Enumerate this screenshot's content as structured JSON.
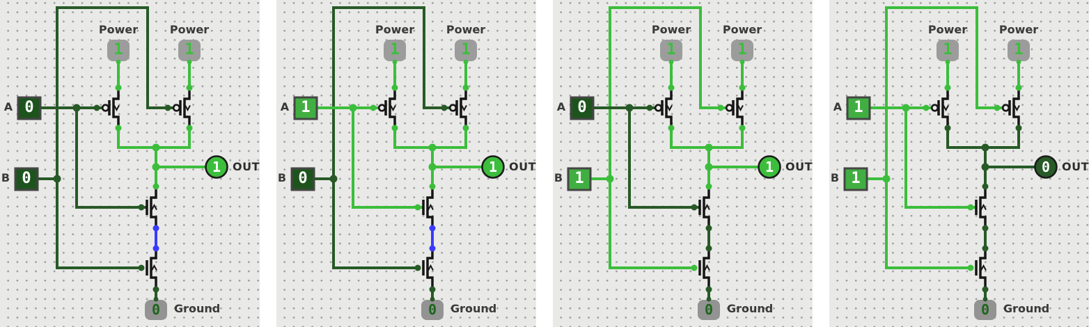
{
  "colors": {
    "high": "#3cbe3c",
    "low": "#275a27",
    "floating": "#3a3aff",
    "input_high": "#41ae41",
    "input_low": "#1d541d",
    "component_gray": "#9c9c9c",
    "component_gray2": "#939393",
    "box_border": "#454545",
    "transistor_black": "#161616",
    "out_ring": "#1b1b1b",
    "label_text": "#3a3a3a",
    "ground_digit": "#1e651e",
    "bg": "#e9e9e7",
    "grid_dot": "#9b9b9b"
  },
  "labels": {
    "input_a": "A",
    "input_b": "B",
    "out": "OUT",
    "power": "Power",
    "ground": "Ground"
  },
  "panels": [
    {
      "inputs": {
        "A": "0",
        "B": "0"
      },
      "output": "1",
      "middle_wire": "floating",
      "power_values": [
        "1",
        "1"
      ],
      "ground_value": "0"
    },
    {
      "inputs": {
        "A": "1",
        "B": "0"
      },
      "output": "1",
      "middle_wire": "floating",
      "power_values": [
        "1",
        "1"
      ],
      "ground_value": "0"
    },
    {
      "inputs": {
        "A": "0",
        "B": "1"
      },
      "output": "1",
      "middle_wire": "0",
      "power_values": [
        "1",
        "1"
      ],
      "ground_value": "0"
    },
    {
      "inputs": {
        "A": "1",
        "B": "1"
      },
      "output": "0",
      "middle_wire": "0",
      "power_values": [
        "1",
        "1"
      ],
      "ground_value": "0"
    }
  ]
}
